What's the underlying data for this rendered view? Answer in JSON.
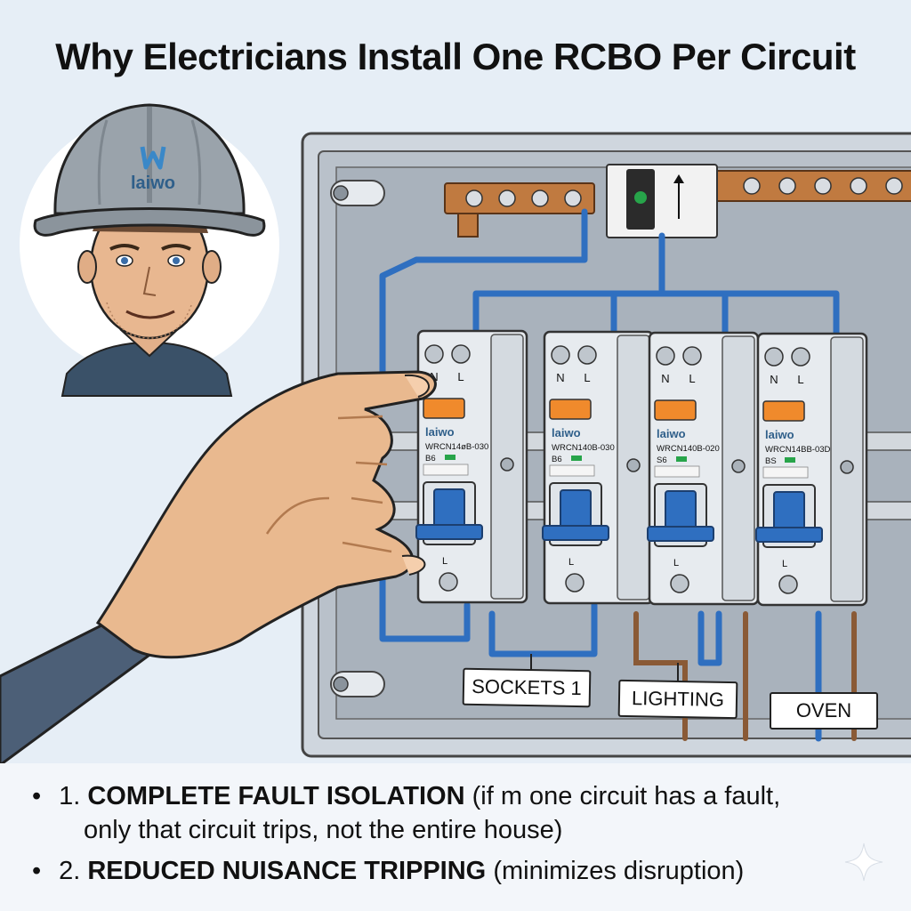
{
  "title": "Why Electricians Install One RCBO Per Circuit",
  "helmet_brand": "laiwo",
  "colors": {
    "background": "#e6eef6",
    "wire_blue": "#2f6fc0",
    "wire_brown": "#8a5a36",
    "busbar": "#b8733c",
    "toggle_blue": "#2f6fc0",
    "test_button": "#f08a2c"
  },
  "breakers": [
    {
      "terminal_n": "N",
      "terminal_l": "L",
      "brand": "laiwo",
      "model": "WRCN14øB-030",
      "rating": "B6",
      "bottom_label": "L"
    },
    {
      "terminal_n": "N",
      "terminal_l": "L",
      "brand": "laiwo",
      "model": "WRCN140B-030",
      "rating": "B6",
      "bottom_label": "L"
    },
    {
      "terminal_n": "N",
      "terminal_l": "L",
      "brand": "laiwo",
      "model": "WRCN140B-020",
      "rating": "S6",
      "bottom_label": "L"
    },
    {
      "terminal_n": "N",
      "terminal_l": "L",
      "brand": "laiwo",
      "model": "WRCN14BB-03D",
      "rating": "BS",
      "bottom_label": "L"
    }
  ],
  "circuit_labels": [
    "SOCKETS 1",
    "LIGHTING",
    "OVEN"
  ],
  "bullets": [
    {
      "marker": "•",
      "number": "1.",
      "heading": "COMPLETE FAULT ISOLATION",
      "text": "(if m one circuit has a fault,",
      "continuation": "only that circuit trips, not the entire house)"
    },
    {
      "marker": "•",
      "number": "2.",
      "heading": "REDUCED NUISANCE TRIPPING",
      "text": "(minimizes disruption)"
    }
  ]
}
